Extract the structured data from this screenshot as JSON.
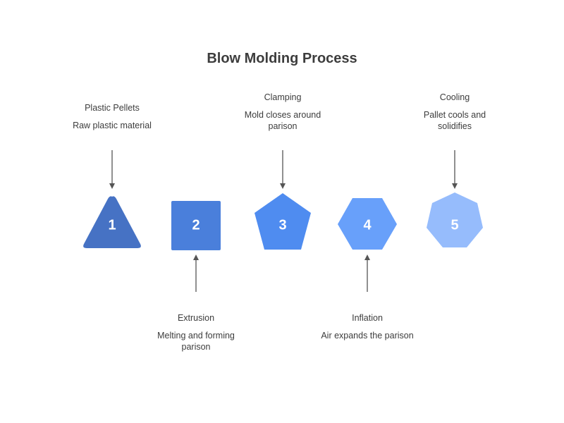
{
  "title": "Blow Molding Process",
  "steps": [
    {
      "number": "1",
      "name": "Plastic Pellets",
      "description": "Raw plastic material",
      "shape": "triangle",
      "color": "#4672c4"
    },
    {
      "number": "2",
      "name": "Extrusion",
      "description": "Melting and forming parison",
      "shape": "square",
      "color": "#4a7fdb"
    },
    {
      "number": "3",
      "name": "Clamping",
      "description": "Mold closes around parison",
      "shape": "pentagon",
      "color": "#4f8cf0"
    },
    {
      "number": "4",
      "name": "Inflation",
      "description": "Air expands the parison",
      "shape": "hexagon",
      "color": "#68a0fa"
    },
    {
      "number": "5",
      "name": "Cooling",
      "description": "Pallet cools and solidifies",
      "shape": "heptagon",
      "color": "#96bcfc"
    }
  ]
}
